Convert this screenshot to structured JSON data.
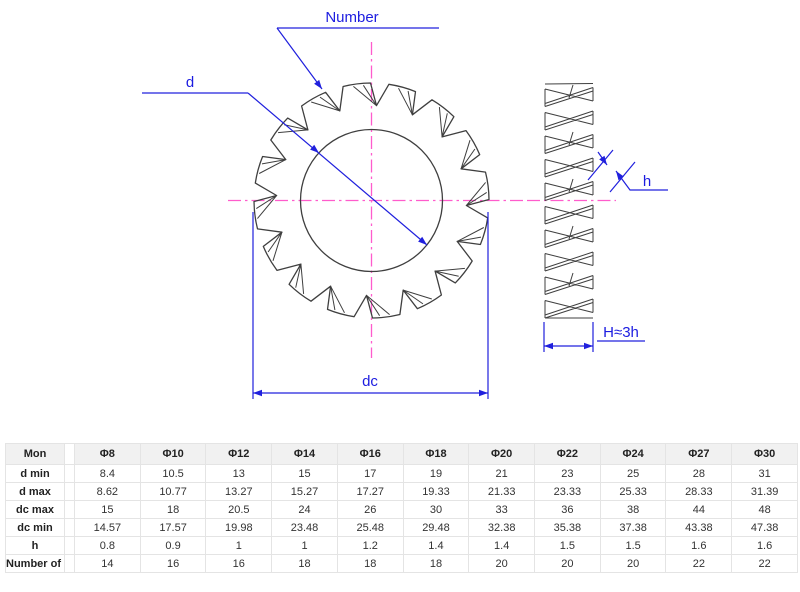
{
  "diagram": {
    "labels": {
      "number": "Number",
      "d": "d",
      "dc": "dc",
      "h": "h",
      "H": "H≈3h"
    },
    "teeth_shown": 16,
    "colors": {
      "part_line": "#3f3f3f",
      "dimension_blue": "#2020dd",
      "centerline_pink": "#ff5ccc"
    }
  },
  "table": {
    "header": [
      "Mon",
      "Φ8",
      "Φ10",
      "Φ12",
      "Φ14",
      "Φ16",
      "Φ18",
      "Φ20",
      "Φ22",
      "Φ24",
      "Φ27",
      "Φ30"
    ],
    "rows": [
      {
        "label": "d min",
        "values": [
          "8.4",
          "10.5",
          "13",
          "15",
          "17",
          "19",
          "21",
          "23",
          "25",
          "28",
          "31"
        ]
      },
      {
        "label": "d max",
        "values": [
          "8.62",
          "10.77",
          "13.27",
          "15.27",
          "17.27",
          "19.33",
          "21.33",
          "23.33",
          "25.33",
          "28.33",
          "31.39"
        ]
      },
      {
        "label": "dc max",
        "values": [
          "15",
          "18",
          "20.5",
          "24",
          "26",
          "30",
          "33",
          "36",
          "38",
          "44",
          "48"
        ]
      },
      {
        "label": "dc min",
        "values": [
          "14.57",
          "17.57",
          "19.98",
          "23.48",
          "25.48",
          "29.48",
          "32.38",
          "35.38",
          "37.38",
          "43.38",
          "47.38"
        ]
      },
      {
        "label": "h",
        "values": [
          "0.8",
          "0.9",
          "1",
          "1",
          "1.2",
          "1.4",
          "1.4",
          "1.5",
          "1.5",
          "1.6",
          "1.6"
        ]
      },
      {
        "label": "Number of t...",
        "values": [
          "14",
          "16",
          "16",
          "18",
          "18",
          "18",
          "20",
          "20",
          "20",
          "22",
          "22"
        ]
      }
    ]
  }
}
